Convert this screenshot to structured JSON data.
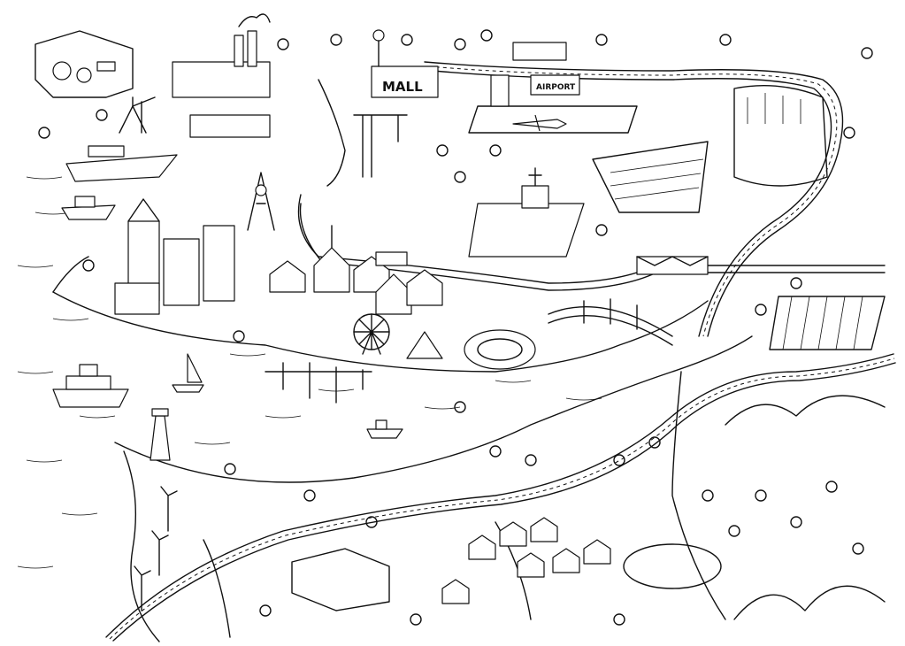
{
  "map": {
    "signs": {
      "mall": "MALL",
      "airport": "AIRPORT"
    },
    "colors": {
      "ink": "#111111",
      "paper": "#ffffff"
    },
    "style": "black-and-white hand-drawn city map (coloring page)"
  }
}
